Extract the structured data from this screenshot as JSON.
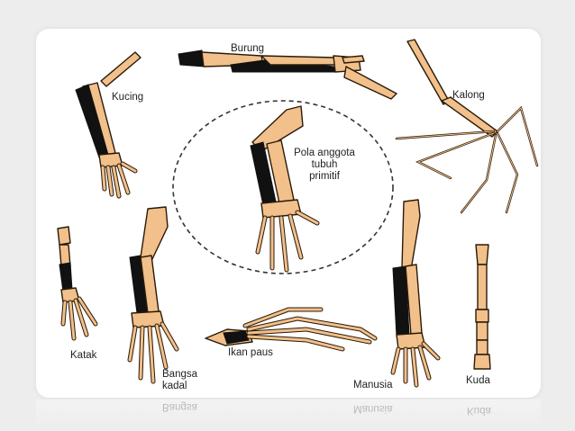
{
  "labels": {
    "burung": "Burung",
    "kucing": "Kucing",
    "kalong": "Kalong",
    "pola_line1": "Pola anggota",
    "pola_line2": "tubuh",
    "pola_line3": "primitif",
    "katak": "Katak",
    "bangsa_line1": "Bangsa",
    "bangsa_line2": "kadal",
    "ikan_paus": "Ikan paus",
    "manusia": "Manusia",
    "kuda": "Kuda"
  },
  "colors": {
    "bone": "#f2c08a",
    "bone_outline": "#2a1a0a",
    "dark_bone": "#111111",
    "dashed_circle": "#333333"
  }
}
